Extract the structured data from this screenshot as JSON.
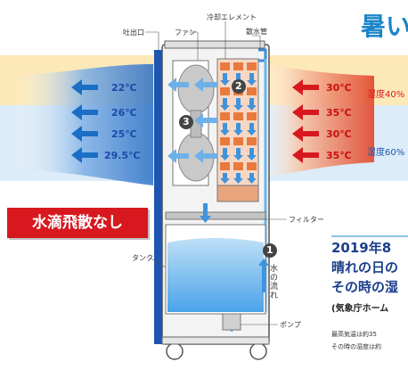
{
  "heading": "暑い",
  "labels": {
    "outlet": "吐出口",
    "fan": "ファン",
    "cooling_element": "冷却エレメント",
    "water_pipe": "散水管",
    "filter": "フィルター",
    "tank": "タンク",
    "pump": "ポンプ",
    "water_flow": "水の流れ"
  },
  "step_numbers": [
    "1",
    "2",
    "3"
  ],
  "outlet_temps": [
    "22℃",
    "26℃",
    "25℃",
    "29.5℃"
  ],
  "inlet_temps": [
    "30℃",
    "35℃",
    "30℃",
    "35℃"
  ],
  "humidity": [
    "湿度40%",
    "湿度60%"
  ],
  "badge": "水滴飛散なし",
  "text_block": {
    "line1": "2019年8",
    "line2": "晴れの日の",
    "line3": "その時の湿",
    "note": "(気象庁ホーム",
    "small1": "最高気温は約35",
    "small2": "その時の湿度は約"
  },
  "colors": {
    "warm_band": "#fde9b8",
    "cool_band": "#dcecf8",
    "red_arrow": "#d7191f",
    "blue_arrow": "#1a6fc4",
    "badge": "#d7191f"
  }
}
